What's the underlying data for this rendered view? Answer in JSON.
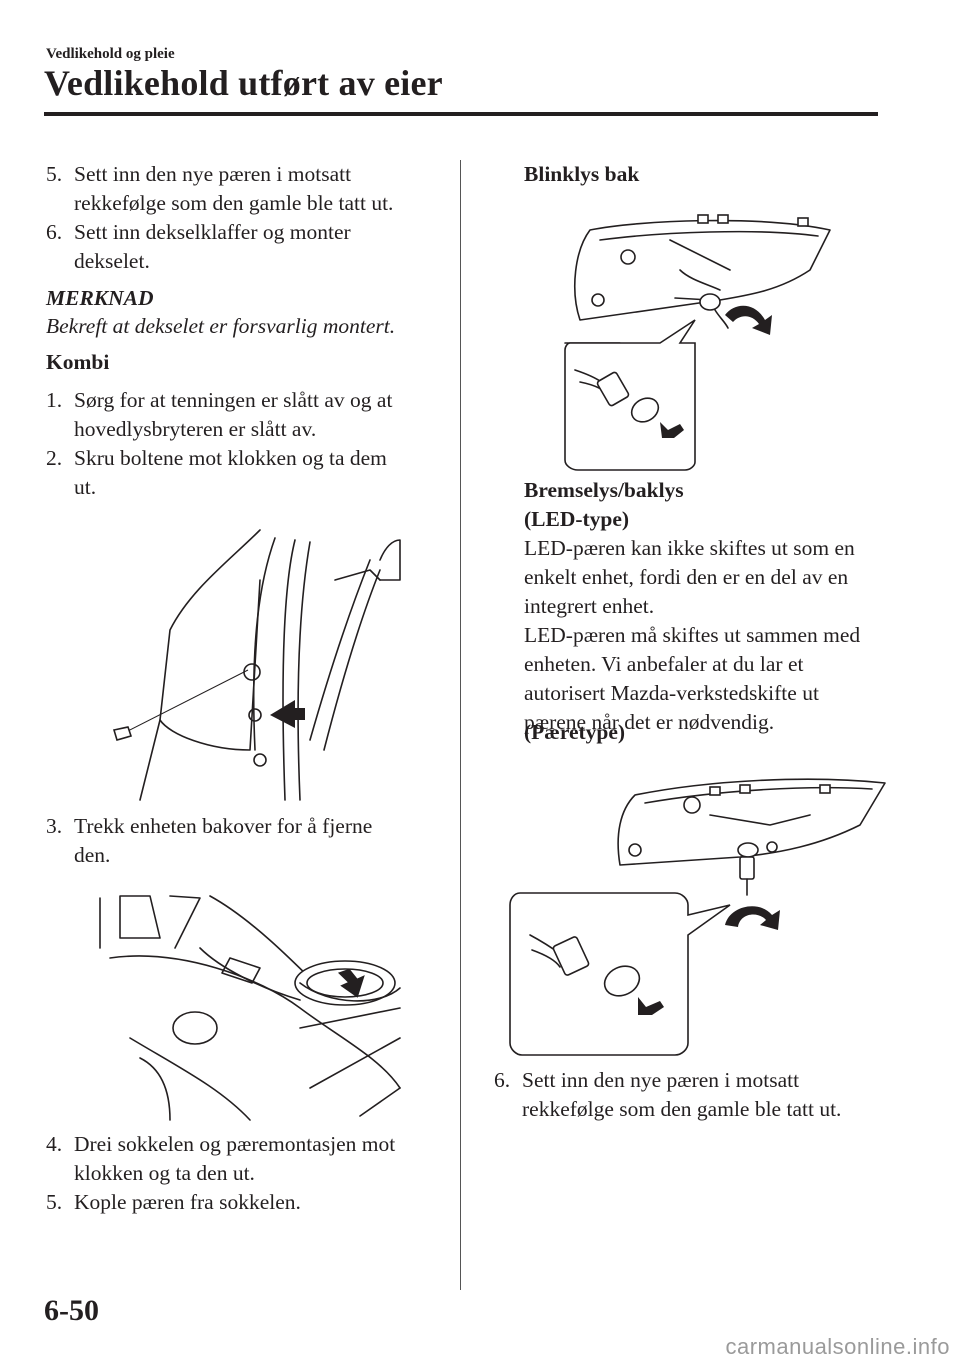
{
  "header": {
    "section": "Vedlikehold og pleie",
    "title": "Vedlikehold utført av eier"
  },
  "left": {
    "steps_top": [
      {
        "num": "5.",
        "text": "Sett inn den nye pæren i motsatt rekkefølge som den gamle ble tatt ut."
      },
      {
        "num": "6.",
        "text": "Sett inn dekselklaffer og monter dekselet."
      }
    ],
    "note_label": "MERKNAD",
    "note_text": "Bekreft at dekselet er forsvarlig montert.",
    "kombi_heading": "Kombi",
    "steps_kombi": [
      {
        "num": "1.",
        "text": "Sørg for at tenningen er slått av og at hovedlysbryteren er slått av."
      },
      {
        "num": "2.",
        "text": "Skru boltene mot klokken og ta dem ut."
      }
    ],
    "step3": {
      "num": "3.",
      "text": "Trekk enheten bakover for å fjerne den."
    },
    "steps_bottom": [
      {
        "num": "4.",
        "text": "Drei sokkelen og pæremontasjen mot klokken og ta den ut."
      },
      {
        "num": "5.",
        "text": "Kople pæren fra sokkelen."
      }
    ]
  },
  "right": {
    "blinklys_heading": "Blinklys bak",
    "bremselys_heading_1": "Bremselys/baklys",
    "bremselys_heading_2": "(LED-type)",
    "led_text_1": "LED-pæren kan ikke skiftes ut som en enkelt enhet, fordi den er en del av en integrert enhet.",
    "led_text_2": "LED-pæren må skiftes ut sammen med enheten. Vi anbefaler at du lar et autorisert Mazda-verkstedskifte ut pærene når det er nødvendig.",
    "paeretype_heading": "(Pæretype)",
    "step6": {
      "num": "6.",
      "text": "Sett inn den nye pæren i motsatt rekkefølge som den gamle ble tatt ut."
    }
  },
  "footer": {
    "page_number": "6-50",
    "watermark": "carmanualsonline.info"
  }
}
